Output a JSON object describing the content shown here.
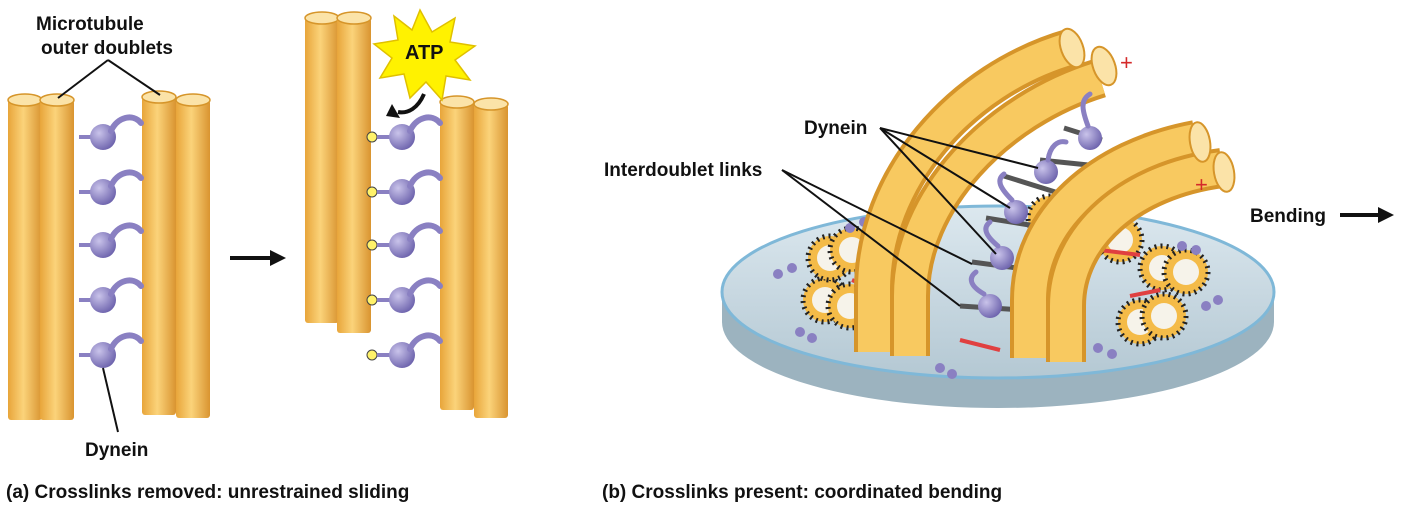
{
  "panel_a": {
    "label_microtubule_line1": "Microtubule",
    "label_microtubule_line2": "outer doublets",
    "label_dynein": "Dynein",
    "atp_label": "ATP",
    "caption_prefix": "(a)",
    "caption_text": " Crosslinks removed: unrestrained sliding"
  },
  "panel_b": {
    "label_dynein": "Dynein",
    "label_links": "Interdoublet links",
    "label_bending": "Bending",
    "plus_1": "+",
    "plus_2": "+",
    "caption_prefix": "(b)",
    "caption_text": " Crosslinks present: coordinated bending"
  },
  "colors": {
    "tube": "#f4bb48",
    "tube_dark": "#d6952a",
    "dynein": "#8a80c2",
    "disc": "#b7cbd6",
    "plus": "#d42a2a",
    "atp_burst": "#fff200"
  }
}
